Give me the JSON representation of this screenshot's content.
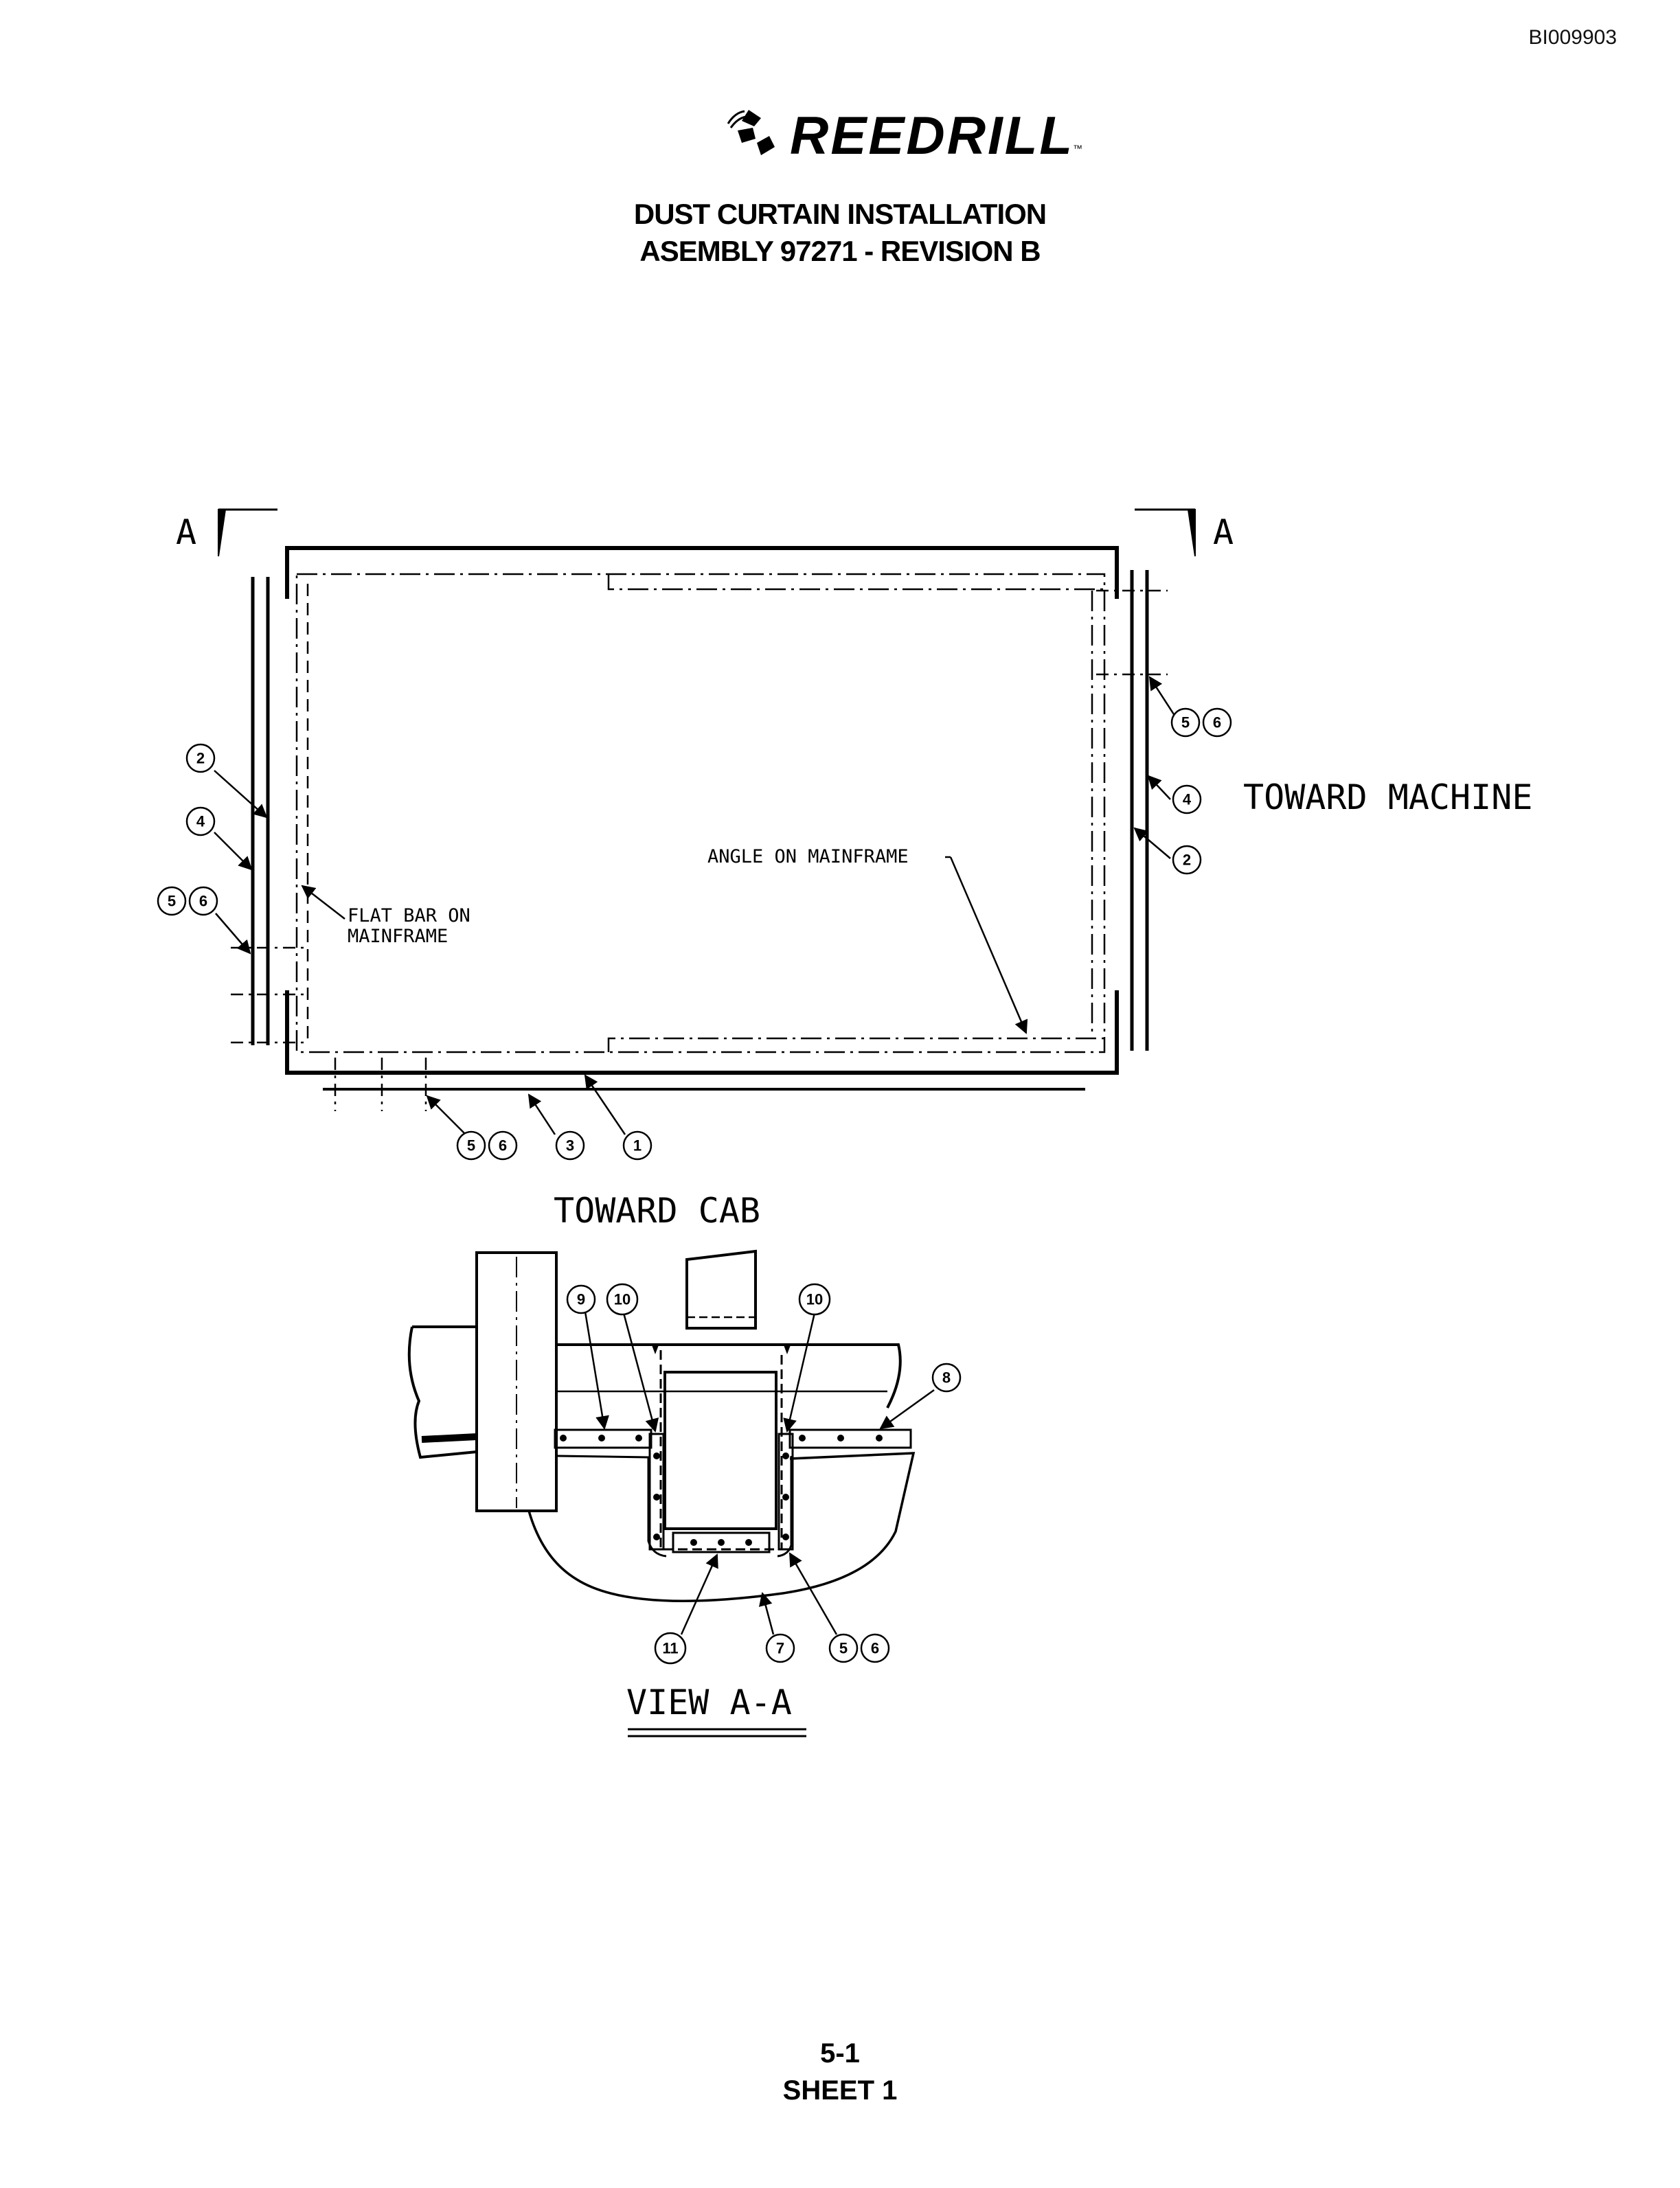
{
  "header": {
    "doc_id": "BI009903",
    "logo_text": "REEDRILL",
    "logo_tm": "™",
    "title_line1": "DUST CURTAIN INSTALLATION",
    "title_line2": "ASEMBLY 97271 - REVISION B"
  },
  "plan_view": {
    "section_marker_left": "A",
    "section_marker_right": "A",
    "toward_machine": "TOWARD MACHINE",
    "toward_cab": "TOWARD CAB",
    "angle_on_mainframe": "ANGLE ON MAINFRAME",
    "flat_bar_line1": "FLAT BAR ON",
    "flat_bar_line2": "MAINFRAME",
    "callouts": {
      "left_2": "2",
      "left_4": "4",
      "left_5": "5",
      "left_6": "6",
      "right_5": "5",
      "right_6": "6",
      "right_4": "4",
      "right_2": "2",
      "bottom_5": "5",
      "bottom_6": "6",
      "bottom_3": "3",
      "bottom_1": "1"
    }
  },
  "section_view": {
    "label": "VIEW A-A",
    "callouts": {
      "c9": "9",
      "c10a": "10",
      "c10b": "10",
      "c8": "8",
      "c11": "11",
      "c7": "7",
      "c5": "5",
      "c6": "6"
    }
  },
  "footer": {
    "page": "5-1",
    "sheet": "SHEET 1"
  }
}
